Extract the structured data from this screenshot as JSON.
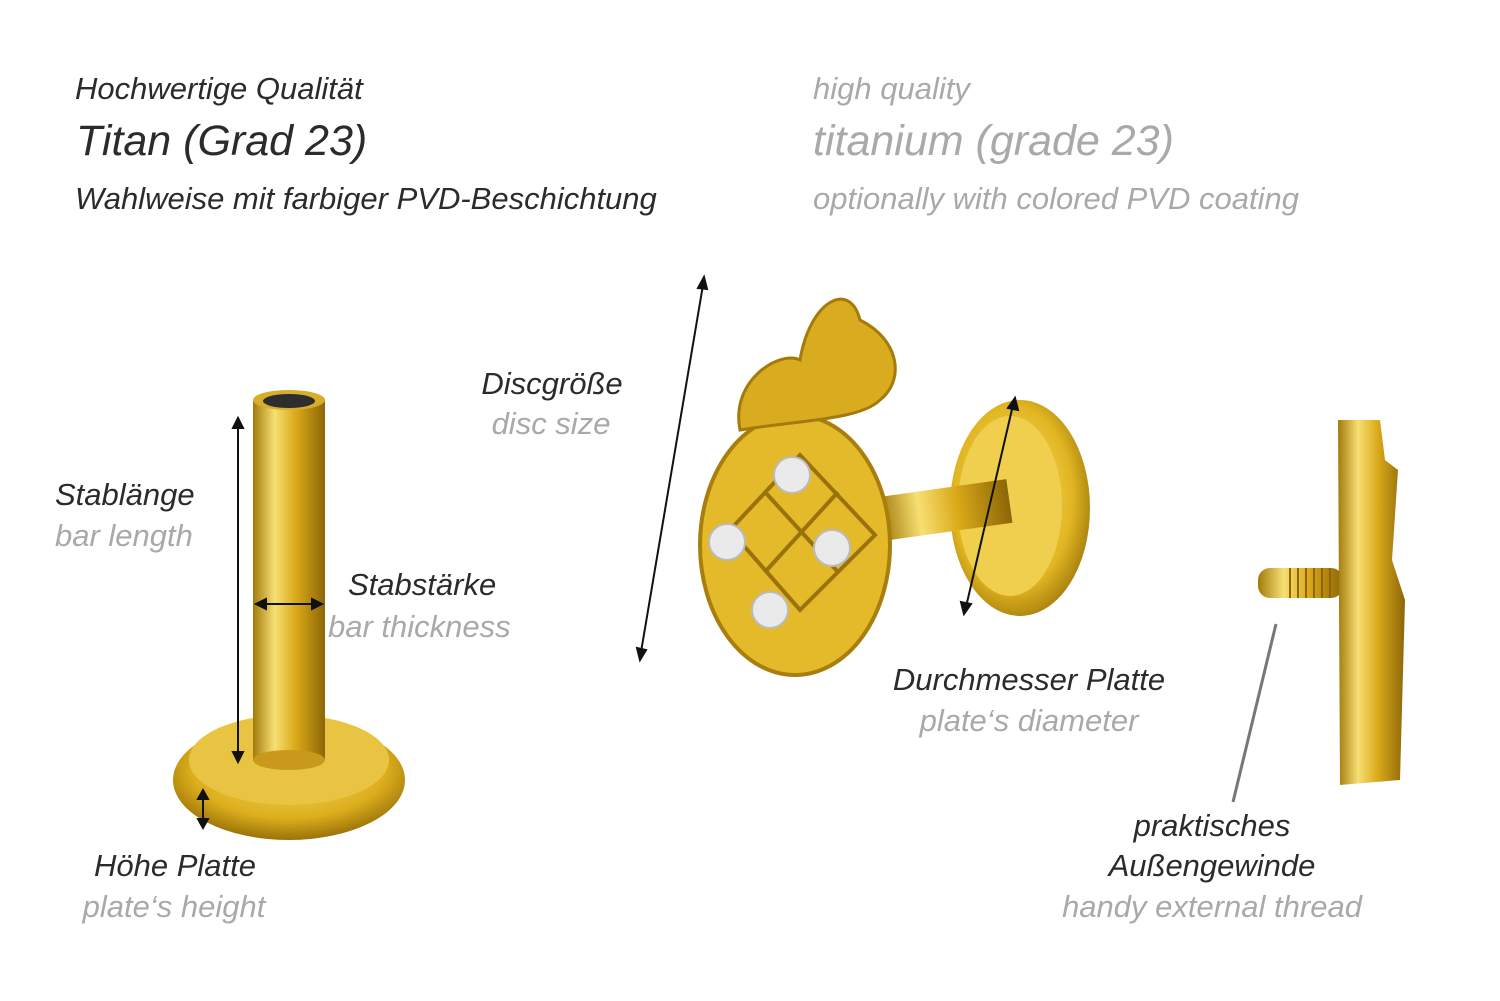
{
  "header": {
    "de": {
      "quality": "Hochwertige Qualität",
      "material": "Titan (Grad 23)",
      "coating": "Wahlweise mit farbiger PVD-Beschichtung"
    },
    "en": {
      "quality": "high quality",
      "material": "titanium (grade 23)",
      "coating": "optionally with colored PVD coating"
    }
  },
  "labels": {
    "bar_length": {
      "de": "Stablänge",
      "en": "bar length"
    },
    "bar_thickness": {
      "de": "Stabstärke",
      "en": "bar thickness"
    },
    "plate_height": {
      "de": "Höhe Platte",
      "en": "plate‘s height"
    },
    "disc_size": {
      "de": "Discgröße",
      "en": "disc size"
    },
    "plate_diameter": {
      "de": "Durchmesser Platte",
      "en": "plate‘s diameter"
    },
    "thread": {
      "de_line1": "praktisches",
      "de_line2": "Außengewinde",
      "en": "handy external thread"
    }
  },
  "colors": {
    "text_dark": "#2b2b2b",
    "text_grey": "#a9a9a9",
    "gold": "#e2b825"
  }
}
